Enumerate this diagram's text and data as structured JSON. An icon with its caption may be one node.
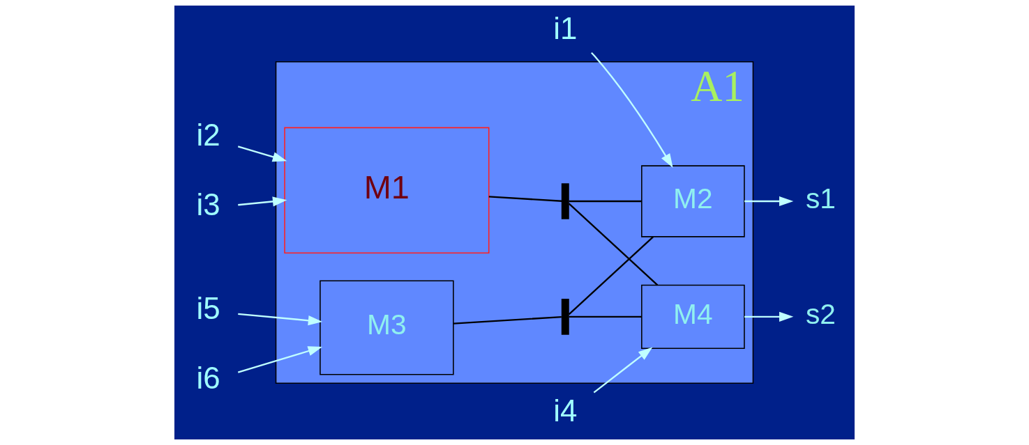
{
  "diagram": {
    "nodes": [
      {
        "text": [
          "A1"
        ]
      },
      {
        "text": [
          "M1"
        ],
        "in": 0
      },
      {
        "text": [
          "M2"
        ],
        "in": 0
      },
      {
        "text": [
          "M3"
        ],
        "in": 0
      },
      {
        "text": [
          "M4"
        ],
        "in": 0
      },
      {
        "text": [
          "i1"
        ]
      },
      {
        "text": [
          "i2"
        ]
      },
      {
        "text": [
          "i3"
        ]
      },
      {
        "text": [
          "i4"
        ]
      },
      {
        "text": [
          "i5"
        ]
      },
      {
        "text": [
          "i6"
        ]
      },
      {
        "text": [
          "s1"
        ]
      },
      {
        "text": [
          "s2"
        ]
      },
      {
        "text": [],
        "shape": "bar",
        "in": 0
      },
      {
        "text": [],
        "shape": "bar",
        "in": 0
      }
    ],
    "edges": [
      {
        "from": 5,
        "to": 2,
        "arrow": "to"
      },
      {
        "from": 6,
        "to": 1,
        "arrow": "to"
      },
      {
        "from": 7,
        "to": 1,
        "arrow": "to"
      },
      {
        "from": 8,
        "to": 4,
        "arrow": "to"
      },
      {
        "from": 9,
        "to": 3,
        "arrow": "to"
      },
      {
        "from": 10,
        "to": 3,
        "arrow": "to"
      },
      {
        "from": 1,
        "to": 13,
        "arrow": "none",
        "color": "#000000"
      },
      {
        "from": 13,
        "to": 2,
        "arrow": "none",
        "color": "#000000"
      },
      {
        "from": 13,
        "to": 4,
        "arrow": "none",
        "color": "#000000"
      },
      {
        "from": 3,
        "to": 14,
        "arrow": "none",
        "color": "#000000"
      },
      {
        "from": 14,
        "to": 4,
        "arrow": "none",
        "color": "#000000"
      },
      {
        "from": 14,
        "to": 2,
        "arrow": "none",
        "color": "#000000"
      },
      {
        "from": 2,
        "to": 11,
        "arrow": "to"
      },
      {
        "from": 4,
        "to": 12,
        "arrow": "to"
      }
    ]
  }
}
